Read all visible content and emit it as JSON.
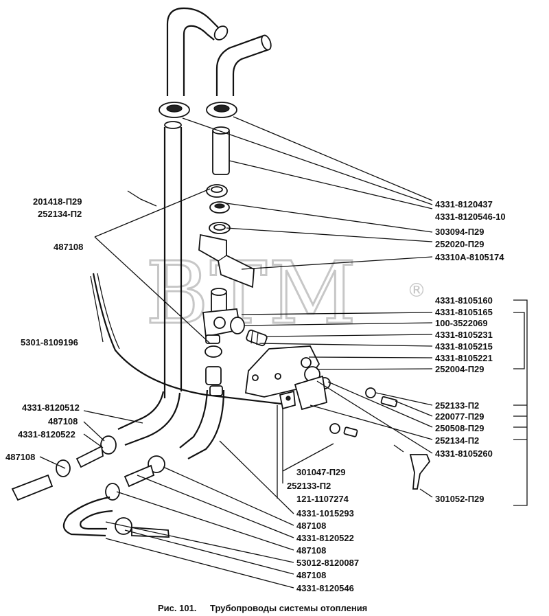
{
  "watermark": {
    "text": "BTM",
    "registered_mark": "®"
  },
  "caption": {
    "figure": "Рис. 101.",
    "title": "Трубопроводы системы отопления"
  },
  "labels": {
    "p4331_8120437": "4331-8120437",
    "p4331_8120546_10": "4331-8120546-10",
    "p303094": "303094-П29",
    "p252020": "252020-П29",
    "p43310A_8105174": "43310А-8105174",
    "p201418": "201418-П29",
    "p252134_left": "252134-П2",
    "p487108_top": "487108",
    "p5301_8109196": "5301-8109196",
    "p4331_8105160": "4331-8105160",
    "p4331_8105165": "4331-8105165",
    "p100_3522069": "100-3522069",
    "p4331_8105231": "4331-8105231",
    "p4331_8105215": "4331-8105215",
    "p4331_8105221": "4331-8105221",
    "p252004": "252004-П29",
    "p4331_8120512": "4331-8120512",
    "p487108_a": "487108",
    "p4331_8120522_left": "4331-8120522",
    "p487108_b": "487108",
    "p252133_right": "252133-П2",
    "p220077": "220077-П29",
    "p250508": "250508-П29",
    "p252134_right": "252134-П2",
    "p4331_8105260": "4331-8105260",
    "p301047": "301047-П29",
    "p252133_bottom": "252133-П2",
    "p121_1107274": "121-1107274",
    "p301052": "301052-П29",
    "p4331_1015293": "4331-1015293",
    "p487108_c": "487108",
    "p4331_8120522_bottom": "4331-8120522",
    "p487108_d": "487108",
    "p53012_8120087": "53012-8120087",
    "p487108_e": "487108",
    "p4331_8120546": "4331-8120546"
  }
}
